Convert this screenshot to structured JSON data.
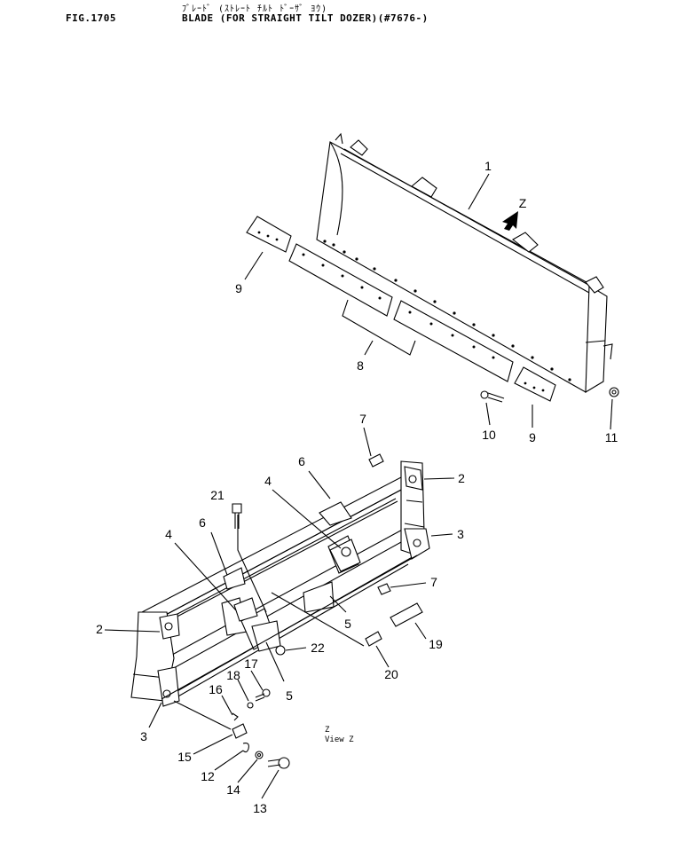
{
  "header": {
    "fig_no": "FIG.1705",
    "title_jp": "ﾌﾞﾚｰﾄﾞ (ｽﾄﾚｰﾄ ﾁﾙﾄ ﾄﾞｰｻﾞ ﾖｳ)",
    "title_en": "BLADE (FOR STRAIGHT TILT DOZER)(#7676-)"
  },
  "view": {
    "arrow_letter": "Z",
    "line1": "Z    ",
    "line2": "View Z"
  },
  "callouts": [
    "1",
    "2",
    "2",
    "3",
    "3",
    "4",
    "4",
    "5",
    "5",
    "6",
    "6",
    "7",
    "7",
    "8",
    "9",
    "9",
    "10",
    "11",
    "12",
    "13",
    "14",
    "15",
    "16",
    "17",
    "18",
    "19",
    "20",
    "21",
    "22"
  ]
}
